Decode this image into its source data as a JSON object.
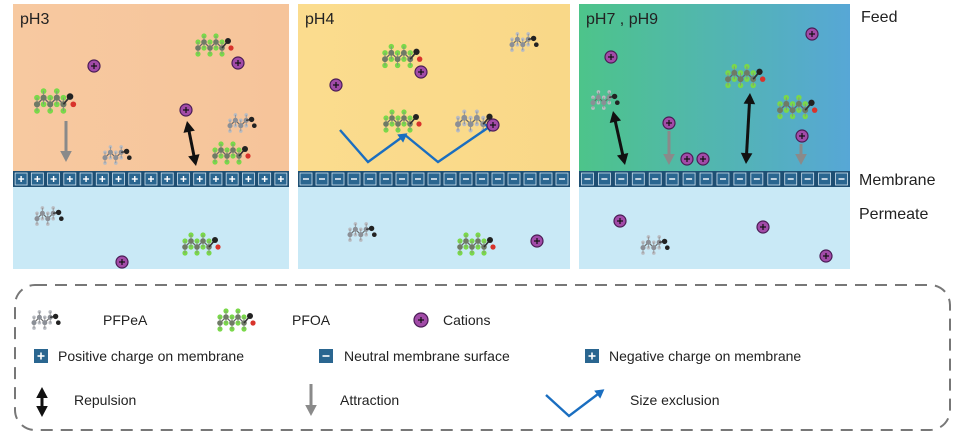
{
  "panels": [
    {
      "label": "pH3",
      "membrane_sign": "+",
      "feed_color_top": "#f7c9a0",
      "feed_color_bottom": "#f6c49a"
    },
    {
      "label": "pH4",
      "membrane_sign": "-",
      "feed_color_top": "#fbdc8e",
      "feed_color_bottom": "#f9d888"
    },
    {
      "label": "pH7 , pH9",
      "membrane_sign": "-",
      "feed_color_top": "#4dc48a",
      "feed_color_bottom": "#57a7d6"
    }
  ],
  "side_labels": {
    "feed": "Feed",
    "membrane": "Membrane",
    "permeate": "Permeate"
  },
  "legend": {
    "pfpea": "PFPeA",
    "pfoa": "PFOA",
    "cations": "Cations",
    "positive": "Positive charge on membrane",
    "neutral": "Neutral membrane surface",
    "negative": "Negative charge on membrane",
    "repulsion": "Repulsion",
    "attraction": "Attraction",
    "size_exclusion": "Size exclusion"
  },
  "colors": {
    "membrane": "#1e4f73",
    "permeate": "#c9e9f6",
    "cation_fill": "#a24ba8",
    "cation_stroke": "#4a1c55",
    "arrow_gray": "#8a8a8a",
    "arrow_black": "#111111",
    "arrow_blue": "#1a6ec0",
    "chain_gray": "#8b8f96",
    "chain_green": "#7ad84a",
    "oxygen": "#d8332b"
  }
}
